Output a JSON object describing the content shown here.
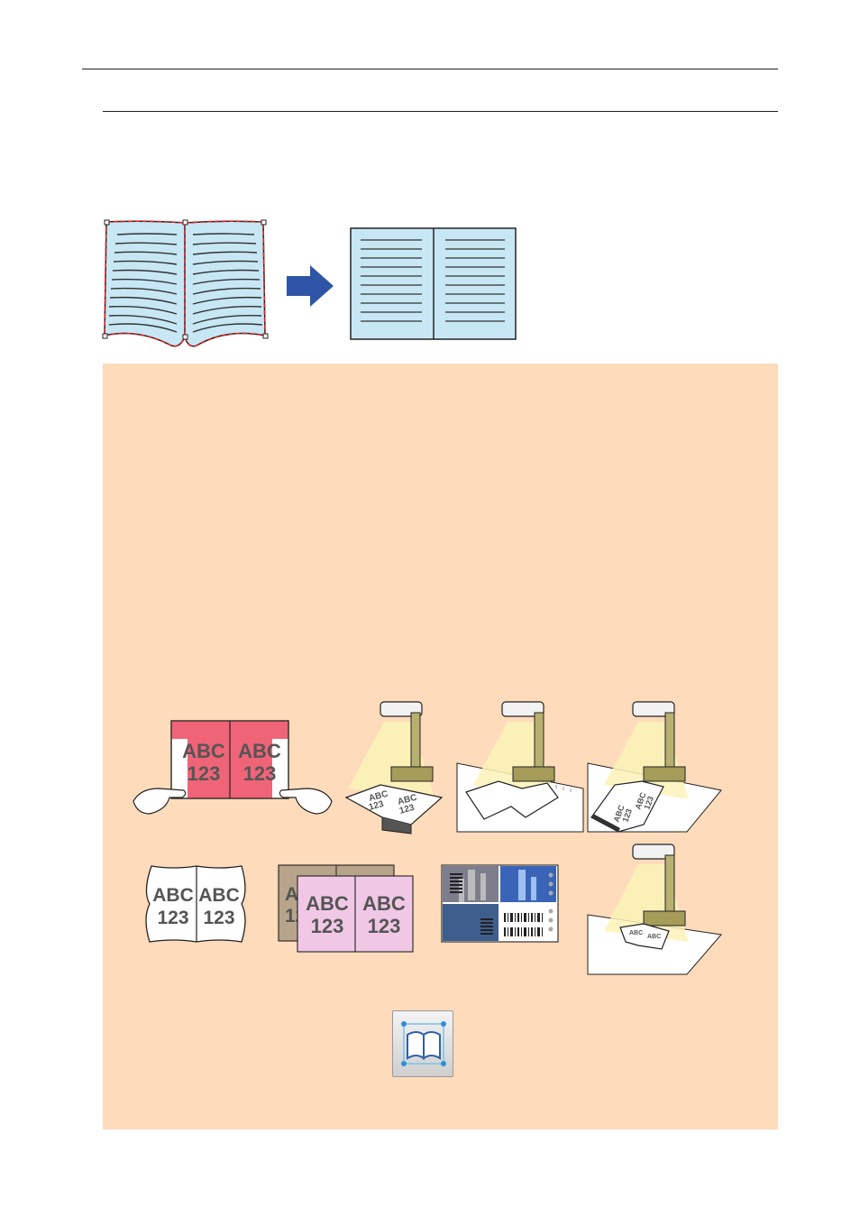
{
  "document": {
    "type": "manual-page",
    "header_rule": true,
    "section_rule": true
  },
  "correction_diagram": {
    "before_icon": "curved-book-page-icon",
    "arrow_icon": "right-arrow-icon",
    "after_icon": "flattened-book-page-icon"
  },
  "notes_panel": {
    "background": "#fddbbb",
    "illustrations_row1": [
      {
        "icon": "fingers-holding-pages-icon",
        "left_text": "ABC\n123",
        "right_text": "ABC\n123"
      },
      {
        "icon": "scanner-thick-book-icon",
        "left_text": "ABC\n123",
        "right_text": "ABC\n123"
      },
      {
        "icon": "scanner-open-book-icon"
      },
      {
        "icon": "scanner-rotated-book-icon",
        "left_text": "ABC\n123",
        "right_text": "ABC\n123"
      }
    ],
    "illustrations_row2": [
      {
        "icon": "curved-page-text-icon",
        "left_text": "ABC\n123",
        "right_text": "ABC\n123"
      },
      {
        "icon": "overlapping-pages-icon",
        "back_text": "ABC\n123",
        "left_text": "ABC\n123",
        "right_text": "ABC\n123"
      },
      {
        "icon": "photo-and-barcode-page-icon"
      },
      {
        "icon": "scanner-small-book-icon",
        "left_text": "ABC\n123",
        "right_text": "ABC\n123"
      }
    ],
    "labels": {
      "abc": "ABC",
      "num": "123"
    },
    "correct_button": {
      "icon": "book-correction-icon"
    }
  },
  "colors": {
    "page_blue": "#c7e7f5",
    "arrow_blue": "#2f55a8",
    "pink_page": "#f06478",
    "lavender_page": "#f0c8e6",
    "tan_page": "#b8a48a"
  }
}
